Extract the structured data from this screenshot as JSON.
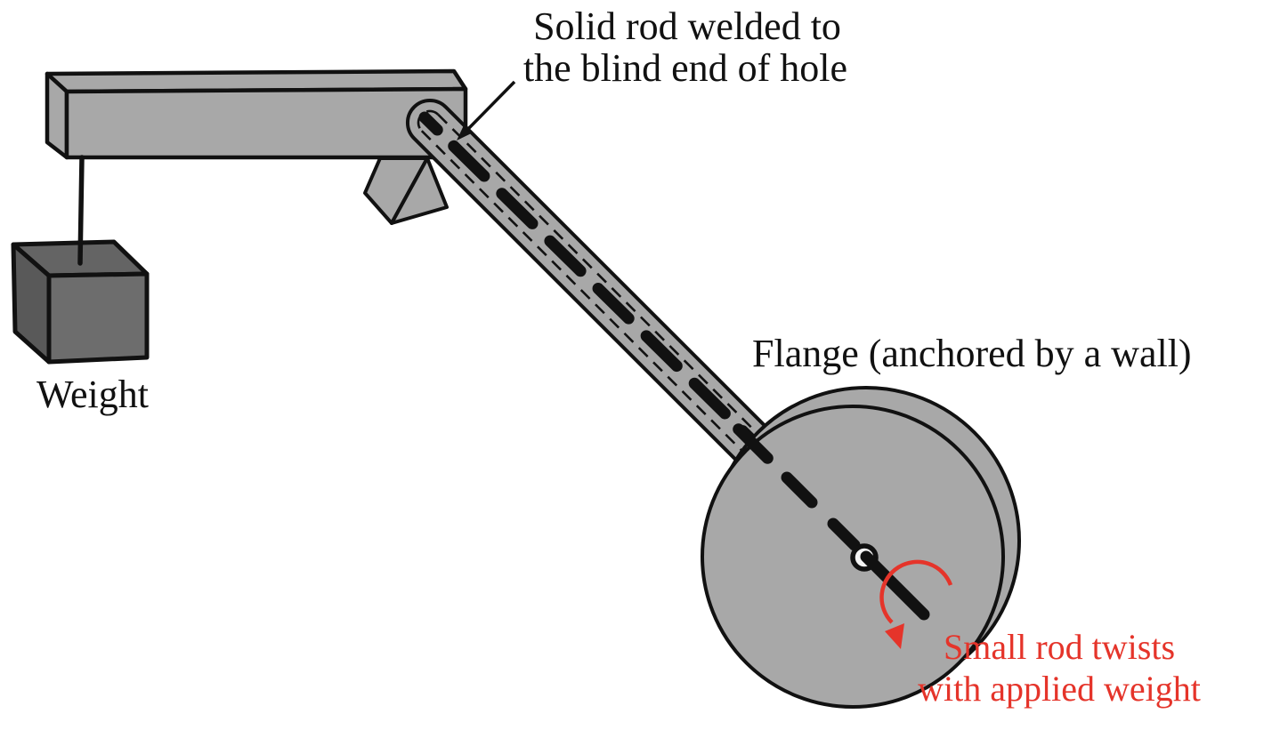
{
  "diagram": {
    "title": {
      "line1": "Solid rod welded to",
      "line2": "the blind end of hole"
    },
    "labels": {
      "weight": "Weight",
      "flange": "Flange (anchored by a wall)",
      "twist_line1": "Small rod twists",
      "twist_line2": "with applied weight"
    },
    "colors": {
      "metal_gray": "#a8a8a8",
      "weight_front": "#6d6d6d",
      "weight_top": "#646464",
      "weight_side": "#595959",
      "outline": "#111111",
      "annotation_red": "#e5342a",
      "hole_center_white": "#f3f3f3",
      "background": "#ffffff"
    }
  }
}
